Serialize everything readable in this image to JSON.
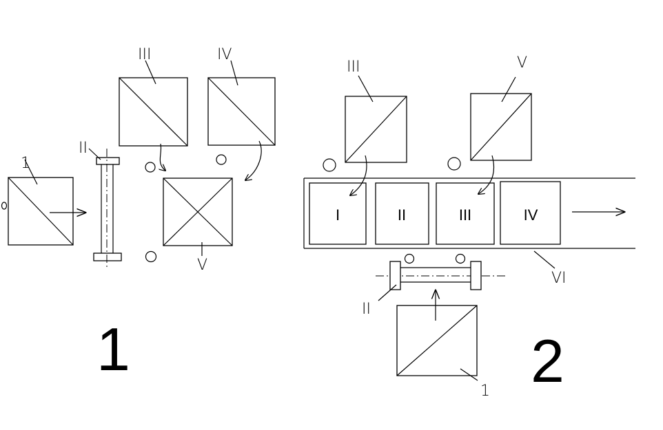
{
  "labels": {
    "l_one": "1",
    "l_two": "II",
    "l_three": "III",
    "l_four": "IV",
    "l_five": "V",
    "r_three": "III",
    "r_five": "V",
    "r_two": "II",
    "r_one": "1",
    "r_six": "VI",
    "slot_1": "I",
    "slot_2": "II",
    "slot_3": "III",
    "slot_4": "IV"
  },
  "figures": {
    "fig1": "1",
    "fig2": "2"
  }
}
